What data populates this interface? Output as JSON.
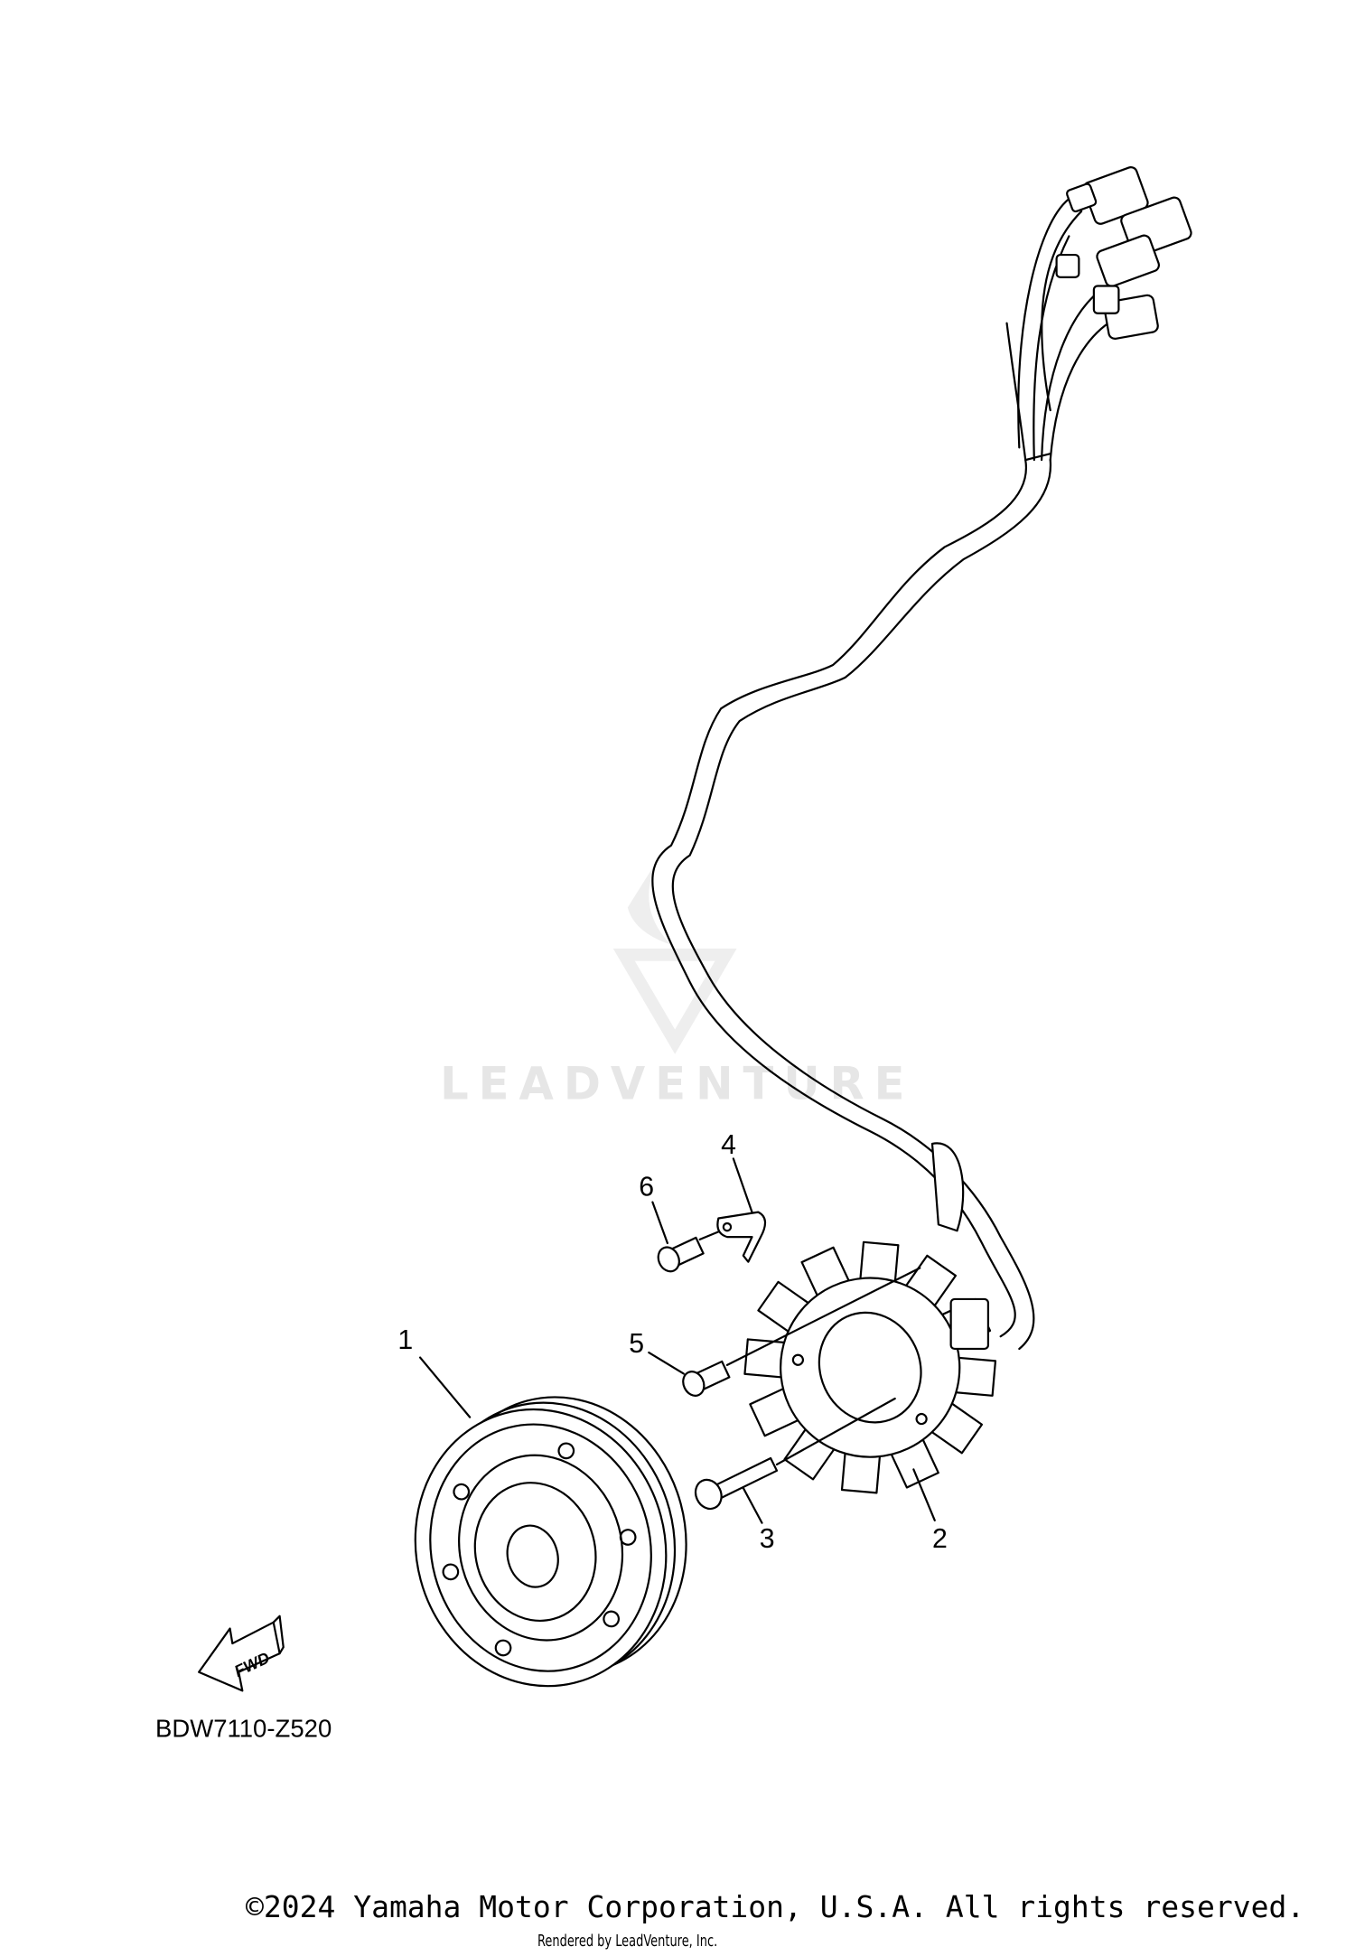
{
  "diagram": {
    "diagram_code": "BDW7110-Z520",
    "direction_indicator": "FWD",
    "watermark": "LEADVENTURE",
    "callouts": [
      {
        "number": "1",
        "part": "flywheel-rotor"
      },
      {
        "number": "2",
        "part": "stator-assembly"
      },
      {
        "number": "3",
        "part": "bolt"
      },
      {
        "number": "4",
        "part": "clamp"
      },
      {
        "number": "5",
        "part": "screw"
      },
      {
        "number": "6",
        "part": "screw"
      }
    ]
  },
  "footer": {
    "copyright": "©2024 Yamaha Motor Corporation, U.S.A. All rights reserved.",
    "rendered_by": "Rendered by LeadVenture, Inc."
  }
}
